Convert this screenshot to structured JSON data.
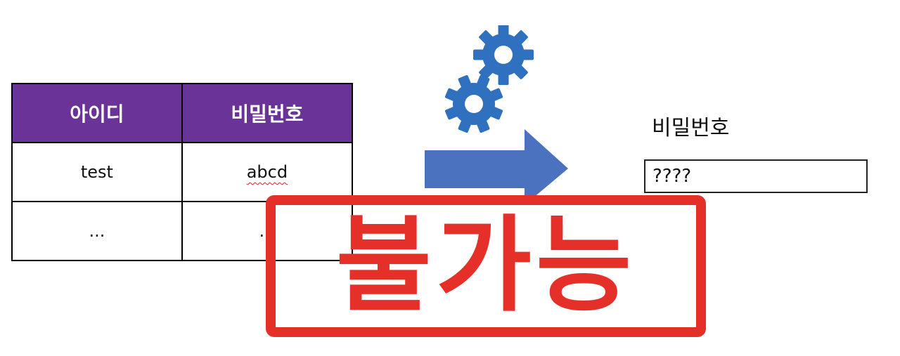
{
  "table": {
    "headers": [
      "아이디",
      "비밀번호"
    ],
    "rows": [
      [
        "test",
        "abcd"
      ],
      [
        "...",
        "..."
      ]
    ]
  },
  "icons": {
    "gears": "gears-icon",
    "arrow": "right-arrow-icon"
  },
  "password_form": {
    "label": "비밀번호",
    "value": "????"
  },
  "stamp": {
    "text": "불가능"
  },
  "colors": {
    "header_bg": "#6a3398",
    "gear": "#2f71bf",
    "arrow": "#4a72be",
    "stamp": "#e5302a"
  }
}
